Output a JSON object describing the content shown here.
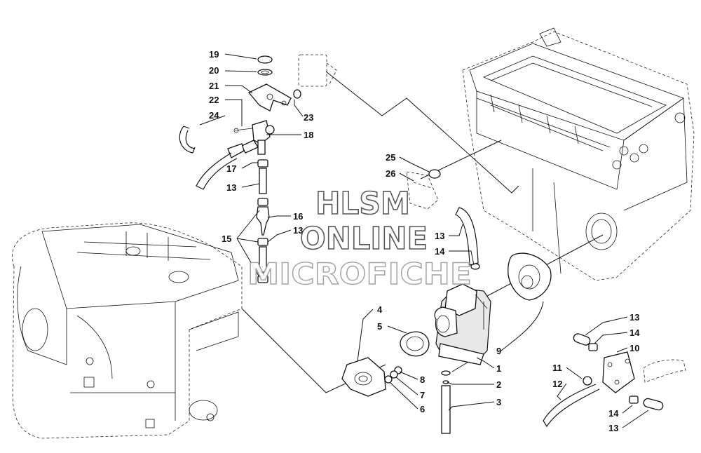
{
  "watermark": {
    "line1": "HLSM",
    "line2": "ONLINE",
    "line3": "MICROFICHE"
  },
  "callouts": [
    {
      "id": "c19",
      "text": "19"
    },
    {
      "id": "c20",
      "text": "20"
    },
    {
      "id": "c21",
      "text": "21"
    },
    {
      "id": "c22",
      "text": "22"
    },
    {
      "id": "c24",
      "text": "24"
    },
    {
      "id": "c23",
      "text": "23"
    },
    {
      "id": "c18",
      "text": "18"
    },
    {
      "id": "c17",
      "text": "17"
    },
    {
      "id": "c13a",
      "text": "13"
    },
    {
      "id": "c16",
      "text": "16"
    },
    {
      "id": "c13b",
      "text": "13"
    },
    {
      "id": "c15",
      "text": "15"
    },
    {
      "id": "c25",
      "text": "25"
    },
    {
      "id": "c26",
      "text": "26"
    },
    {
      "id": "c13c",
      "text": "13"
    },
    {
      "id": "c14a",
      "text": "14"
    },
    {
      "id": "c4",
      "text": "4"
    },
    {
      "id": "c5",
      "text": "5"
    },
    {
      "id": "c8",
      "text": "8"
    },
    {
      "id": "c7",
      "text": "7"
    },
    {
      "id": "c6",
      "text": "6"
    },
    {
      "id": "c1",
      "text": "1"
    },
    {
      "id": "c2",
      "text": "2"
    },
    {
      "id": "c3",
      "text": "3"
    },
    {
      "id": "c9",
      "text": "9"
    },
    {
      "id": "c13d",
      "text": "13"
    },
    {
      "id": "c14b",
      "text": "14"
    },
    {
      "id": "c10",
      "text": "10"
    },
    {
      "id": "c11",
      "text": "11"
    },
    {
      "id": "c12",
      "text": "12"
    },
    {
      "id": "c14c",
      "text": "14"
    },
    {
      "id": "c13e",
      "text": "13"
    }
  ]
}
